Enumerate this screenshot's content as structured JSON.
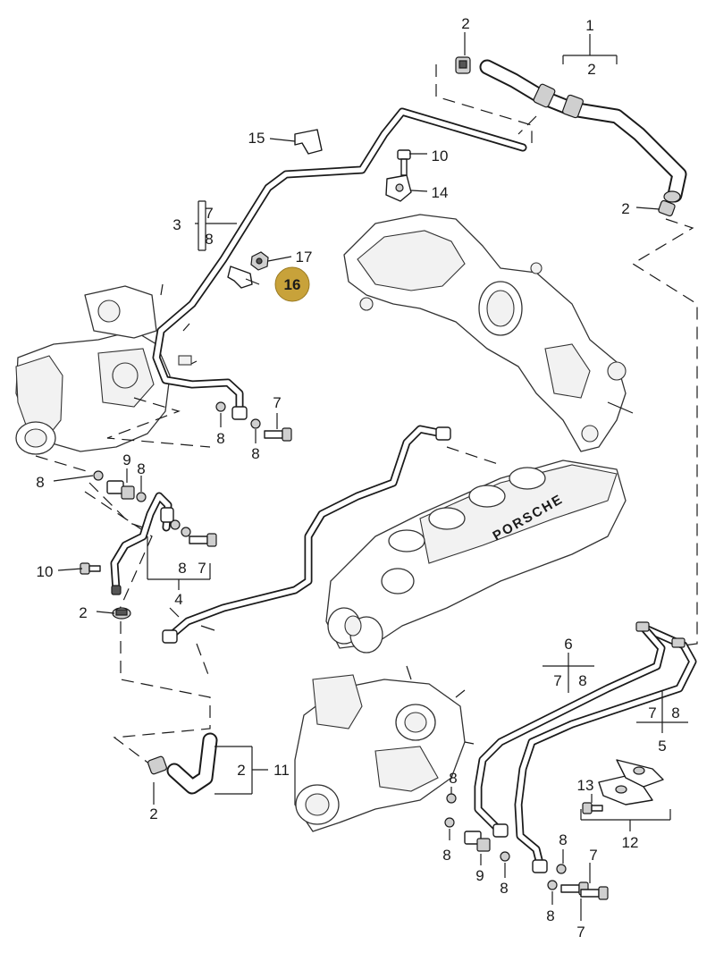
{
  "callouts": {
    "c1": "1",
    "c2": "2",
    "c3": "3",
    "c4": "4",
    "c5": "5",
    "c6": "6",
    "c7": "7",
    "c8": "8",
    "c9": "9",
    "c10": "10",
    "c11": "11",
    "c12": "12",
    "c13": "13",
    "c14": "14",
    "c15": "15",
    "c16": "16",
    "c17": "17"
  },
  "engine_logo": "PORSCHE",
  "highlight": {
    "part": "16",
    "color": "#c8a23a"
  }
}
